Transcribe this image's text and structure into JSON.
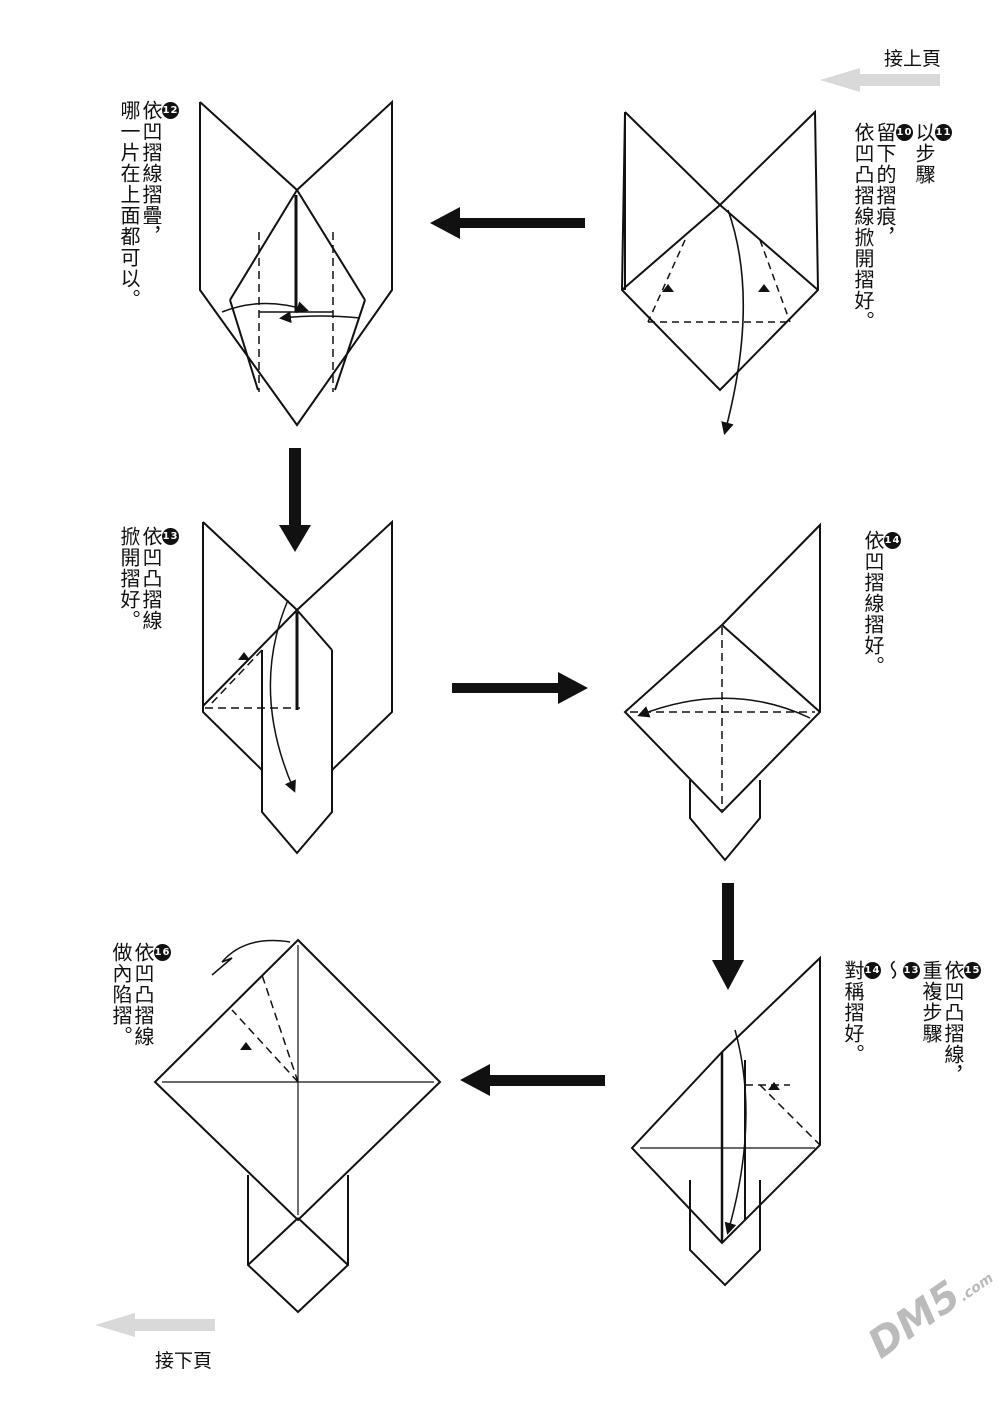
{
  "nav": {
    "prev_page": "接上頁",
    "next_page": "接下頁"
  },
  "steps": [
    {
      "num": "11",
      "lines": [
        "以步驟",
        "留下的摺痕，",
        "依凹凸摺線掀開摺好。"
      ],
      "ref": "10"
    },
    {
      "num": "12",
      "lines": [
        "依凹摺線摺疊，",
        "哪一片在上面都可以。"
      ]
    },
    {
      "num": "13",
      "lines": [
        "依凹凸摺線",
        "掀開摺好。"
      ]
    },
    {
      "num": "14",
      "lines": [
        "依凹摺線摺好。"
      ]
    },
    {
      "num": "15",
      "lines": [
        "依凹凸摺線，",
        "重複步驟",
        "對稱摺好。"
      ],
      "ref_from": "13",
      "ref_to": "14"
    },
    {
      "num": "16",
      "lines": [
        "依凹凸摺線",
        "做內陷摺。"
      ]
    }
  ],
  "watermark": {
    "text": "DM5",
    "suffix": ".com"
  },
  "colors": {
    "line": "#111111",
    "nav_arrow": "#d9d9d9",
    "watermark": "#bbbbbb"
  }
}
